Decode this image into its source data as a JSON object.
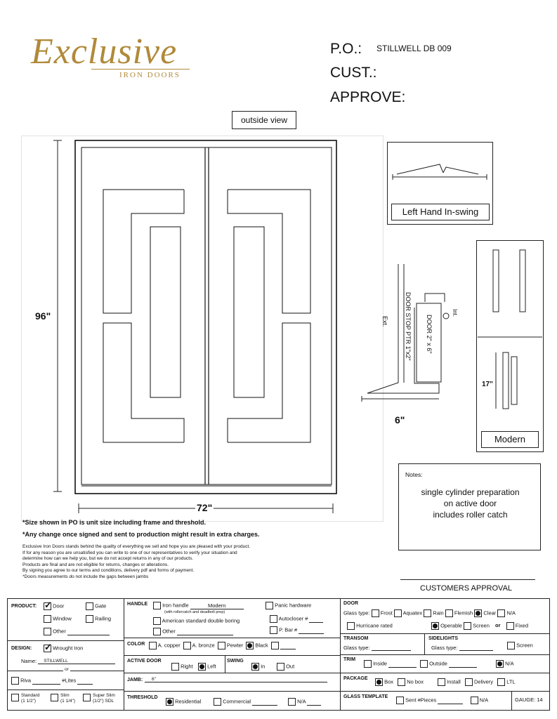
{
  "logo": {
    "script": "Exclusive",
    "sub": "IRON DOORS"
  },
  "header": {
    "po_label": "P.O.:",
    "po_value": "STILLWELL  DB 009",
    "cust_label": "CUST.:",
    "approve_label": "APPROVE:"
  },
  "drawing": {
    "view_label": "outside view",
    "height": "96\"",
    "width": "72\"",
    "swing_label": "Left Hand In-swing",
    "style_label": "Modern",
    "handle_height": "17\"",
    "jamb_width": "6\"",
    "ext_label": "Ext.",
    "int_label": "Int.",
    "door_stop": "DOOR STOP PTR 1\"x2\"",
    "door_size": "DOOR 2\" x 6\""
  },
  "notes": {
    "title": "Notes:",
    "line1": "single  cylinder preparation",
    "line2": "on active door",
    "line3": "includes roller catch"
  },
  "disclaimer": {
    "line1": "*Size shown in PO is unit size including frame and threshold.",
    "line2": "*Any change once signed and sent to production might result in extra charges."
  },
  "terms": [
    "Exclusive Iron Doors stands behind the quality of everything we sell and hope you are pleased with your product.",
    "If for any reason you are unsatisfied you can write to one of our representatives to verify your situation and",
    "determine how can we help you, but we do not accept returns in any of our products.",
    "Products are final and are not eligible for returns, changes or alterations.",
    "By signing you agree to our terms and conditions, delivery pdf and forms of payment.",
    "*Doors measurements do not include the gaps between jambs"
  ],
  "approval": {
    "label": "CUSTOMERS APPROVAL"
  },
  "form": {
    "product": {
      "title": "PRODUCT:",
      "door": "Door",
      "gate": "Gate",
      "window": "Window",
      "railing": "Railing",
      "other": "Other"
    },
    "design": {
      "title": "DESIGN:",
      "wrought": "Wrought Iron",
      "name_label": "Name:",
      "name_value": "STILLWELL",
      "or": "or",
      "riva": "Riva",
      "lites": "#Lites",
      "standard": "Standard",
      "standard_sub": "(1 1/2\")",
      "slim": "Slim",
      "slim_sub": "(1 1/4\")",
      "superslim": "Super Slim",
      "superslim_sub": "(1/2\") SDL"
    },
    "handle": {
      "title": "HANDLE",
      "iron": "Iron handle",
      "iron_value": "Modern",
      "iron_sub": "(with rollercatch and deadbolt prep)",
      "american": "American standard double boring",
      "other": "Other",
      "panic": "Panic hardware",
      "autocloser": "Autocloser #",
      "pbar": "P. Bar #"
    },
    "color": {
      "title": "COLOR",
      "copper": "A. copper",
      "bronze": "A. bronze",
      "pewter": "Pewter",
      "black": "Black"
    },
    "active": {
      "title": "ACTIVE DOOR",
      "right": "Right",
      "left": "Left",
      "swing": "SWING",
      "in": "In",
      "out": "Out"
    },
    "jamb": {
      "title": "JAMB:",
      "value": "6\""
    },
    "threshold": {
      "title": "THRESHOLD",
      "residential": "Residential",
      "commercial": "Commercial",
      "na": "N/A"
    },
    "door": {
      "title": "DOOR",
      "glass_type": "Glass type:",
      "frost": "Frost",
      "aquatex": "Aquatex",
      "rain": "Rain",
      "flemish": "Flemish",
      "clear": "Clear",
      "na": "N/A",
      "hurricane": "Hurricane rated",
      "operable": "Operable",
      "screen": "Screen",
      "or": "or",
      "fixed": "Fixed"
    },
    "transom": {
      "title": "TRANSOM",
      "glass": "Glass type:"
    },
    "sidelights": {
      "title": "SIDELIGHTS",
      "glass": "Glass type:",
      "screen": "Screen"
    },
    "trim": {
      "title": "TRIM",
      "inside": "Inside",
      "outside": "Outside",
      "na": "N/A"
    },
    "package": {
      "title": "PACKAGE",
      "box": "Box",
      "nobox": "No box",
      "install": "Install",
      "delivery": "Delivery",
      "ltl": "LTL"
    },
    "glass_template": {
      "title": "GLASS TEMPLATE",
      "sent": "Sent",
      "pieces": "#Pieces",
      "na": "N/A",
      "gauge": "GAUGE: 14"
    }
  }
}
